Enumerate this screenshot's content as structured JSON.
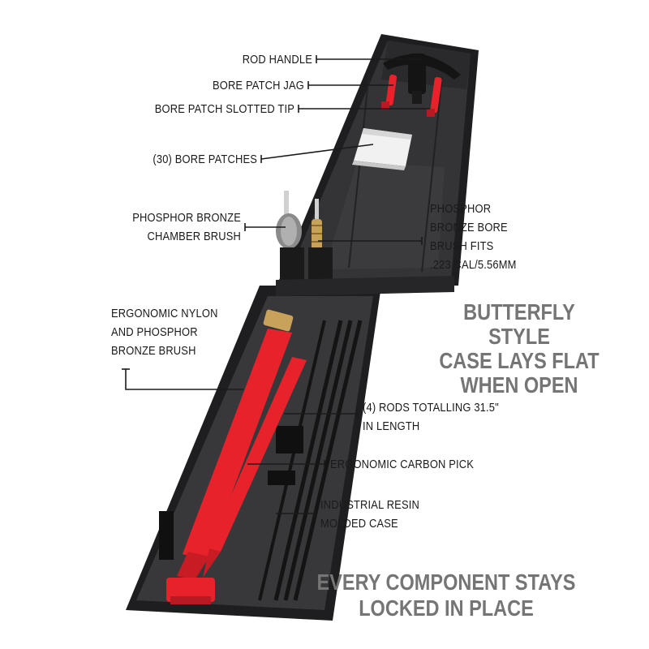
{
  "callouts": {
    "rod_handle": "ROD HANDLE",
    "bore_patch_jag": "BORE PATCH JAG",
    "slotted_tip": "BORE PATCH SLOTTED TIP",
    "bore_patches": "(30) BORE PATCHES",
    "chamber_brush": "PHOSPHOR BRONZE\nCHAMBER BRUSH",
    "bore_brush": "PHOSPHOR\nBRONZE BORE\nBRUSH FITS\n.223 CAL/5.56MM",
    "nylon_brush": "ERGONOMIC NYLON\nAND PHOSPHOR\nBRONZE BRUSH",
    "rods": "(4) RODS TOTALLING 31.5\"\nIN LENGTH",
    "carbon_pick": "ERGONOMIC CARBON PICK",
    "case": "INDUSTRIAL RESIN\nMOLDED CASE"
  },
  "headlines": {
    "butterfly": "BUTTERFLY STYLE\nCASE LAYS FLAT\nWHEN OPEN",
    "locked": "EVERY COMPONENT STAYS\nLOCKED IN PLACE"
  },
  "colors": {
    "background": "#ffffff",
    "case": "#2c2c2e",
    "accent_red": "#e8222b",
    "bronze": "#c8a15a",
    "label_text": "#1a1a1a",
    "headline_text": "#757575"
  }
}
